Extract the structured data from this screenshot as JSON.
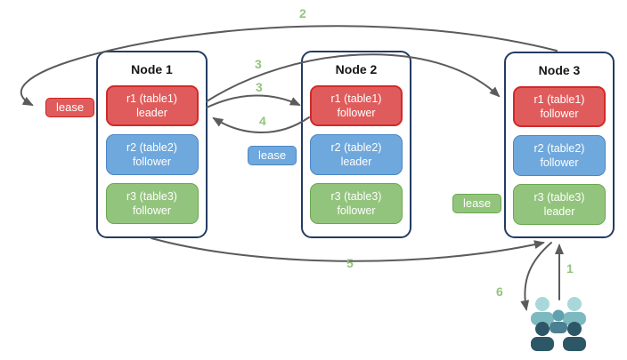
{
  "nodes": [
    {
      "title": "Node 1",
      "replicas": [
        {
          "name": "r1 (table1)",
          "role": "leader"
        },
        {
          "name": "r2 (table2)",
          "role": "follower"
        },
        {
          "name": "r3 (table3)",
          "role": "follower"
        }
      ]
    },
    {
      "title": "Node 2",
      "replicas": [
        {
          "name": "r1 (table1)",
          "role": "follower"
        },
        {
          "name": "r2 (table2)",
          "role": "leader"
        },
        {
          "name": "r3 (table3)",
          "role": "follower"
        }
      ]
    },
    {
      "title": "Node 3",
      "replicas": [
        {
          "name": "r1 (table1)",
          "role": "follower"
        },
        {
          "name": "r2 (table2)",
          "role": "follower"
        },
        {
          "name": "r3 (table3)",
          "role": "leader"
        }
      ]
    }
  ],
  "leases": {
    "red": {
      "label": "lease",
      "fill": "#e05c5c",
      "border": "#cf2020"
    },
    "blue": {
      "label": "lease",
      "fill": "#6fa8dc",
      "border": "#4a86c6"
    },
    "green": {
      "label": "lease",
      "fill": "#93c47d",
      "border": "#6aa84f"
    }
  },
  "steps": {
    "s1": "1",
    "s2": "2",
    "s3a": "3",
    "s3b": "3",
    "s4": "4",
    "s5": "5",
    "s6": "6"
  },
  "edges": [
    {
      "step": "1",
      "from": "clients",
      "to": "node-3"
    },
    {
      "step": "2",
      "from": "node-3",
      "to": "lease-red-label"
    },
    {
      "step": "3",
      "from": "node1-r1-leader",
      "to": "node2-r1-follower"
    },
    {
      "step": "3",
      "from": "node1-r1-leader",
      "to": "node3-r1-follower"
    },
    {
      "step": "4",
      "from": "node2-r1-follower",
      "to": "node1-r1-leader"
    },
    {
      "step": "5",
      "from": "node-1",
      "to": "node-3"
    },
    {
      "step": "6",
      "from": "node-3",
      "to": "clients"
    }
  ],
  "icons": {
    "clients": "people-group-icon"
  },
  "colors": {
    "replica_red": "#e05c5c",
    "replica_red_border": "#d02a2a",
    "replica_blue": "#6fa8dc",
    "replica_blue_border": "#4a86c6",
    "replica_green": "#93c47d",
    "replica_green_border": "#6aa84f",
    "node_border": "#223c63",
    "arrow": "#5b5b5b",
    "step_label": "#93c47d",
    "people_light_head": "#a9d8db",
    "people_light_body": "#7cbac0",
    "people_mid_head": "#61a0ad",
    "people_mid_body": "#4c7f92",
    "people_dark": "#2d5766"
  }
}
